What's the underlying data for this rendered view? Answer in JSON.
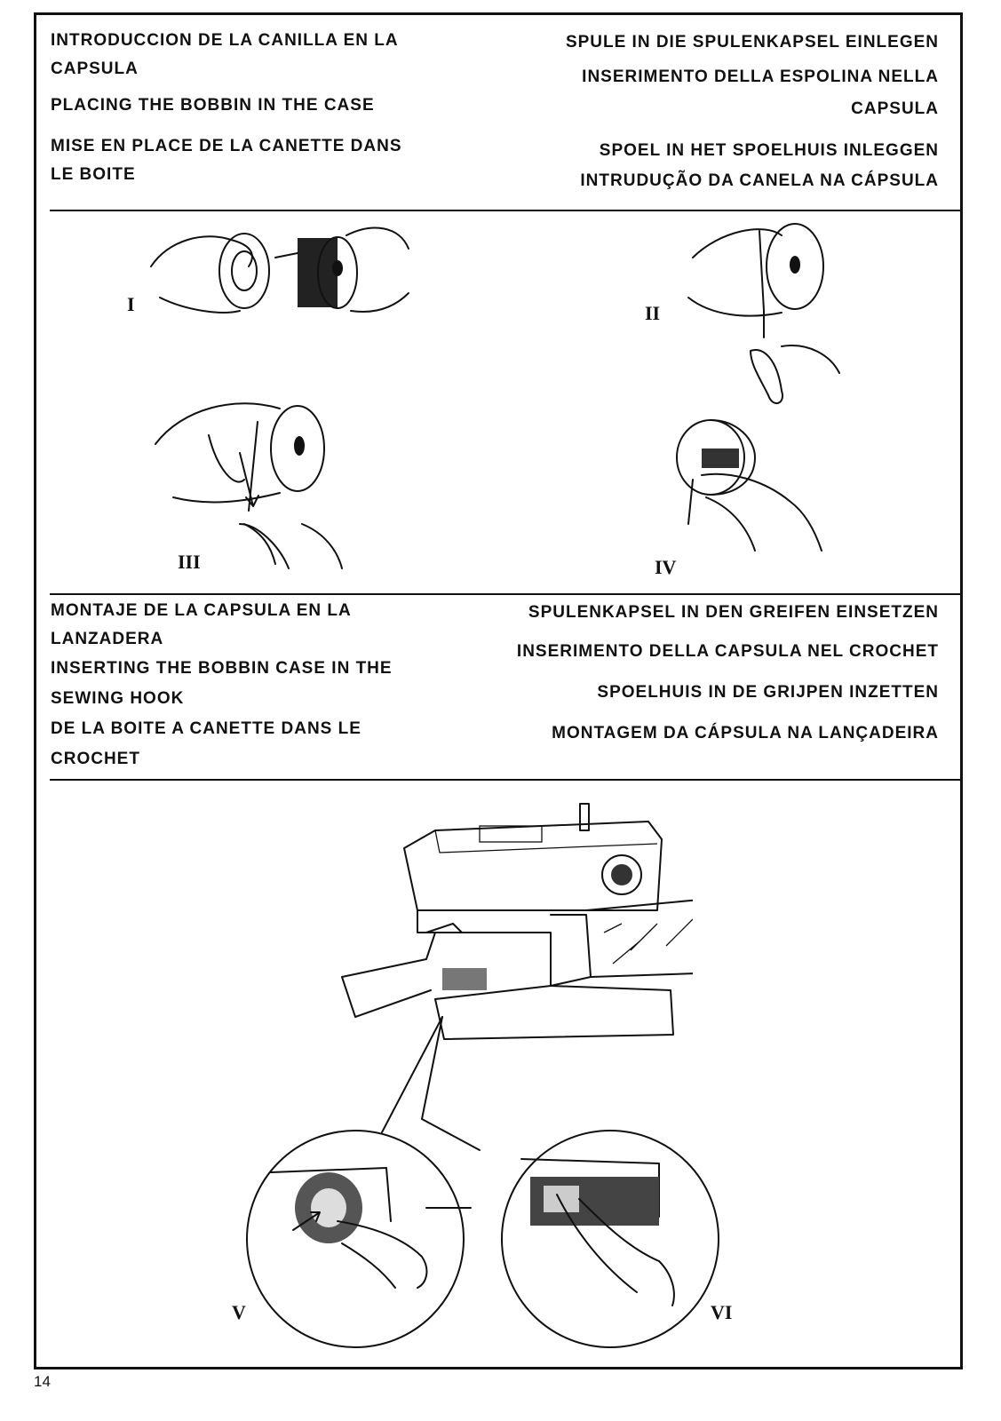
{
  "section1": {
    "left": [
      "INTRODUCCION DE LA CANILLA EN LA",
      "CAPSULA",
      "PLACING THE BOBBIN IN THE CASE",
      "MISE EN PLACE DE LA CANETTE DANS",
      "LE BOITE"
    ],
    "right": [
      "SPULE IN DIE SPULENKAPSEL EINLEGEN",
      "INSERIMENTO DELLA ESPOLINA NELLA",
      "CAPSULA",
      "SPOEL IN HET SPOELHUIS INLEGGEN",
      "INTRUDUÇÃO DA CANELA NA CÁPSULA"
    ]
  },
  "figures1": {
    "i": "I",
    "ii": "II",
    "iii": "III",
    "iv": "IV"
  },
  "section2": {
    "left": [
      "MONTAJE DE LA CAPSULA EN LA",
      "LANZADERA",
      "INSERTING THE BOBBIN CASE IN THE",
      "SEWING HOOK",
      "DE LA BOITE A CANETTE DANS LE",
      "CROCHET"
    ],
    "right": [
      "SPULENKAPSEL IN DEN GREIFEN EINSETZEN",
      "INSERIMENTO DELLA CAPSULA NEL CROCHET",
      "SPOELHUIS IN DE GRIJPEN INZETTEN",
      "MONTAGEM DA CÁPSULA NA LANÇADEIRA"
    ]
  },
  "figures2": {
    "v": "V",
    "vi": "VI"
  },
  "page_number": "14"
}
